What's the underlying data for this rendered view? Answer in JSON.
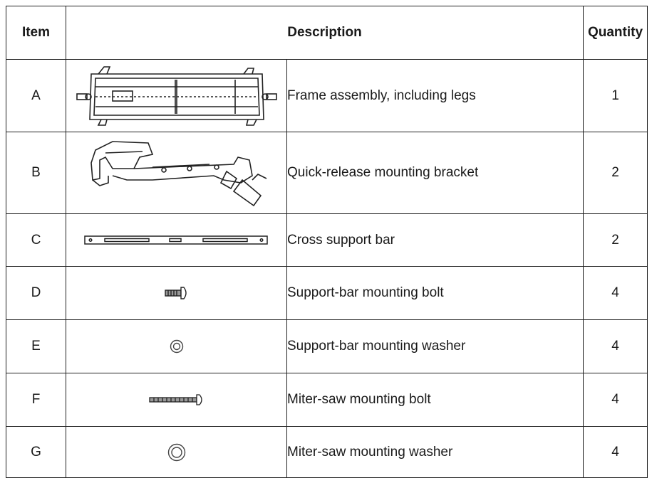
{
  "table": {
    "headers": {
      "item": "Item",
      "description": "Description",
      "quantity": "Quantity"
    },
    "rows": [
      {
        "item": "A",
        "description": "Frame assembly, including legs",
        "quantity": "1",
        "icon": "frame-assembly-icon"
      },
      {
        "item": "B",
        "description": "Quick-release mounting bracket",
        "quantity": "2",
        "icon": "mounting-bracket-icon"
      },
      {
        "item": "C",
        "description": "Cross support bar",
        "quantity": "2",
        "icon": "support-bar-icon"
      },
      {
        "item": "D",
        "description": "Support-bar mounting bolt",
        "quantity": "4",
        "icon": "short-bolt-icon"
      },
      {
        "item": "E",
        "description": "Support-bar mounting washer",
        "quantity": "4",
        "icon": "small-washer-icon"
      },
      {
        "item": "F",
        "description": "Miter-saw mounting bolt",
        "quantity": "4",
        "icon": "long-bolt-icon"
      },
      {
        "item": "G",
        "description": "Miter-saw mounting washer",
        "quantity": "4",
        "icon": "large-washer-icon"
      }
    ]
  }
}
